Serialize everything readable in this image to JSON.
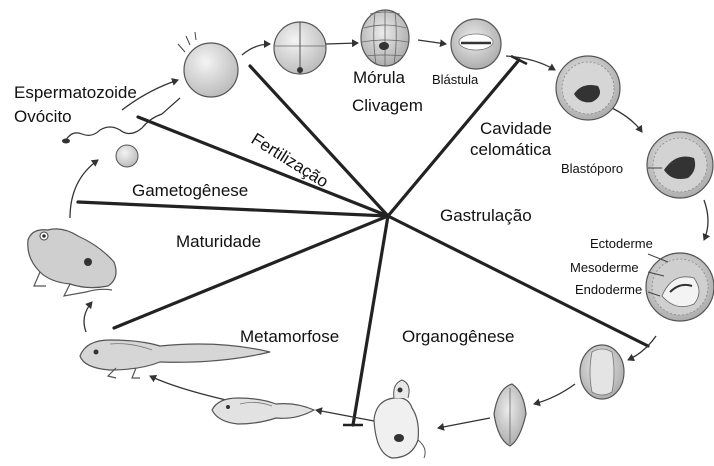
{
  "labels": {
    "espermatozoide": "Espermatozoide",
    "ovocito": "Ovócito",
    "fertilizacao": "Fertilização",
    "morula": "Mórula",
    "blastula": "Blástula",
    "clivagem": "Clivagem",
    "cavidade": "Cavidade",
    "celomatica": "celomática",
    "blastoporo": "Blastóporo",
    "gametogenese": "Gametogênese",
    "gastrulacao": "Gastrulação",
    "maturidade": "Maturidade",
    "ectoderme": "Ectoderme",
    "mesoderme": "Mesoderme",
    "endoderme": "Endoderme",
    "metamorfose": "Metamorfose",
    "organogenese": "Organogênese"
  }
}
